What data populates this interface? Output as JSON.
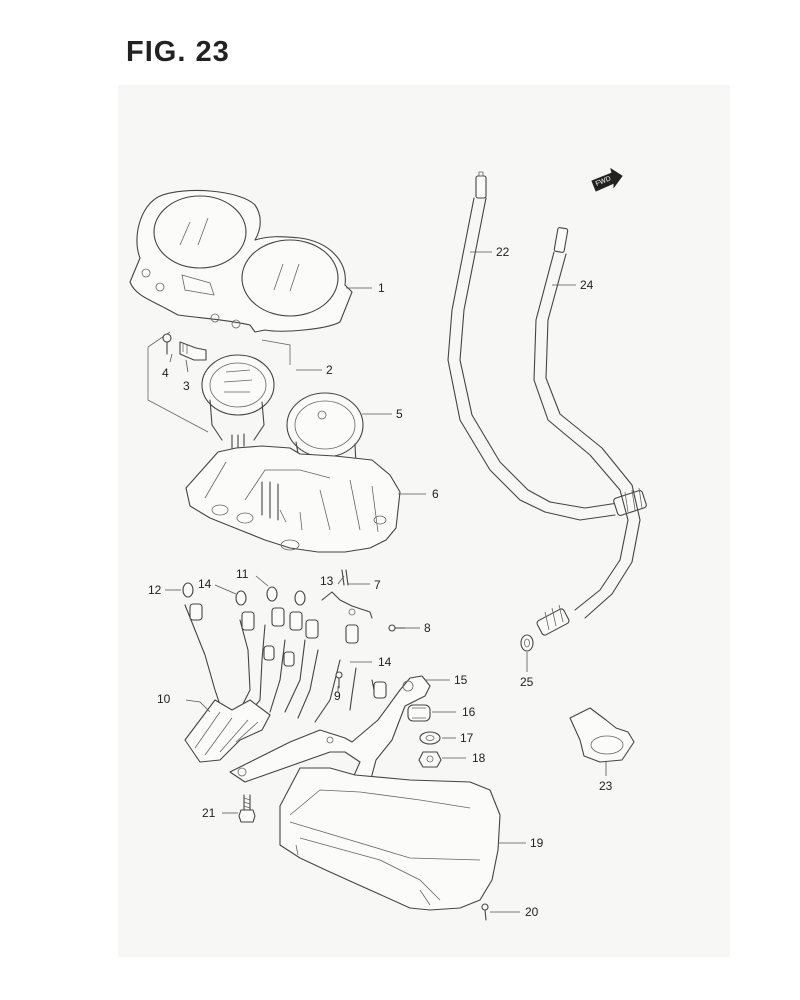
{
  "figure": {
    "title": "FIG. 23"
  },
  "badge": {
    "text": "FWD"
  },
  "callouts": [
    {
      "num": "1",
      "part": "meter-cover"
    },
    {
      "num": "2",
      "part": "speedometer-assy"
    },
    {
      "num": "3",
      "part": "bulb-socket"
    },
    {
      "num": "4",
      "part": "screw"
    },
    {
      "num": "5",
      "part": "tachometer-assy"
    },
    {
      "num": "6",
      "part": "meter-case"
    },
    {
      "num": "7",
      "part": "terminal"
    },
    {
      "num": "8",
      "part": "screw"
    },
    {
      "num": "9",
      "part": "screw"
    },
    {
      "num": "10",
      "part": "wiring-harness"
    },
    {
      "num": "11",
      "part": "bulb"
    },
    {
      "num": "12",
      "part": "bulb"
    },
    {
      "num": "13",
      "part": "nut"
    },
    {
      "num": "14",
      "part": "socket"
    },
    {
      "num": "14",
      "part": "socket"
    },
    {
      "num": "15",
      "part": "bracket"
    },
    {
      "num": "16",
      "part": "cushion"
    },
    {
      "num": "17",
      "part": "washer"
    },
    {
      "num": "18",
      "part": "nut"
    },
    {
      "num": "19",
      "part": "lower-cover"
    },
    {
      "num": "20",
      "part": "screw"
    },
    {
      "num": "21",
      "part": "bolt"
    },
    {
      "num": "22",
      "part": "speedometer-cable"
    },
    {
      "num": "23",
      "part": "cable-guide"
    },
    {
      "num": "24",
      "part": "tachometer-cable"
    },
    {
      "num": "25",
      "part": "washer"
    }
  ]
}
